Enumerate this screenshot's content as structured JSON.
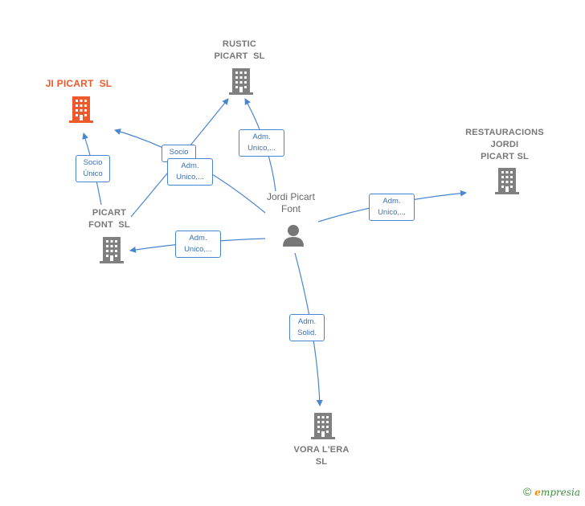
{
  "nodes": {
    "ji_picart": {
      "label": "JI PICART  SL",
      "color": "#ee5a2c"
    },
    "rustic": {
      "label": "RUSTIC\nPICART  SL"
    },
    "restauracions": {
      "label": "RESTAURACIONS\nJORDI\nPICART SL"
    },
    "picart_font": {
      "label": "PICART\nFONT  SL"
    },
    "vora": {
      "label": "VORA L'ERA\nSL"
    },
    "person": {
      "label": "Jordi Picart\nFont"
    }
  },
  "relations": {
    "socio_unico": "Socio\nÚnico",
    "socio": "Socio",
    "adm_ji": "Adm.\nUnico,...",
    "adm_rustic": "Adm.\nUnico,...",
    "adm_rest": "Adm.\nUnico,...",
    "adm_picart": "Adm.\nUnico,...",
    "adm_vora": "Adm.\nSolid."
  },
  "footer": {
    "copyright": "©",
    "brand_first": "e",
    "brand_rest": "mpresia"
  },
  "colors": {
    "edge": "#4a86d0",
    "company": "#808080",
    "primary": "#ee5a2c"
  }
}
